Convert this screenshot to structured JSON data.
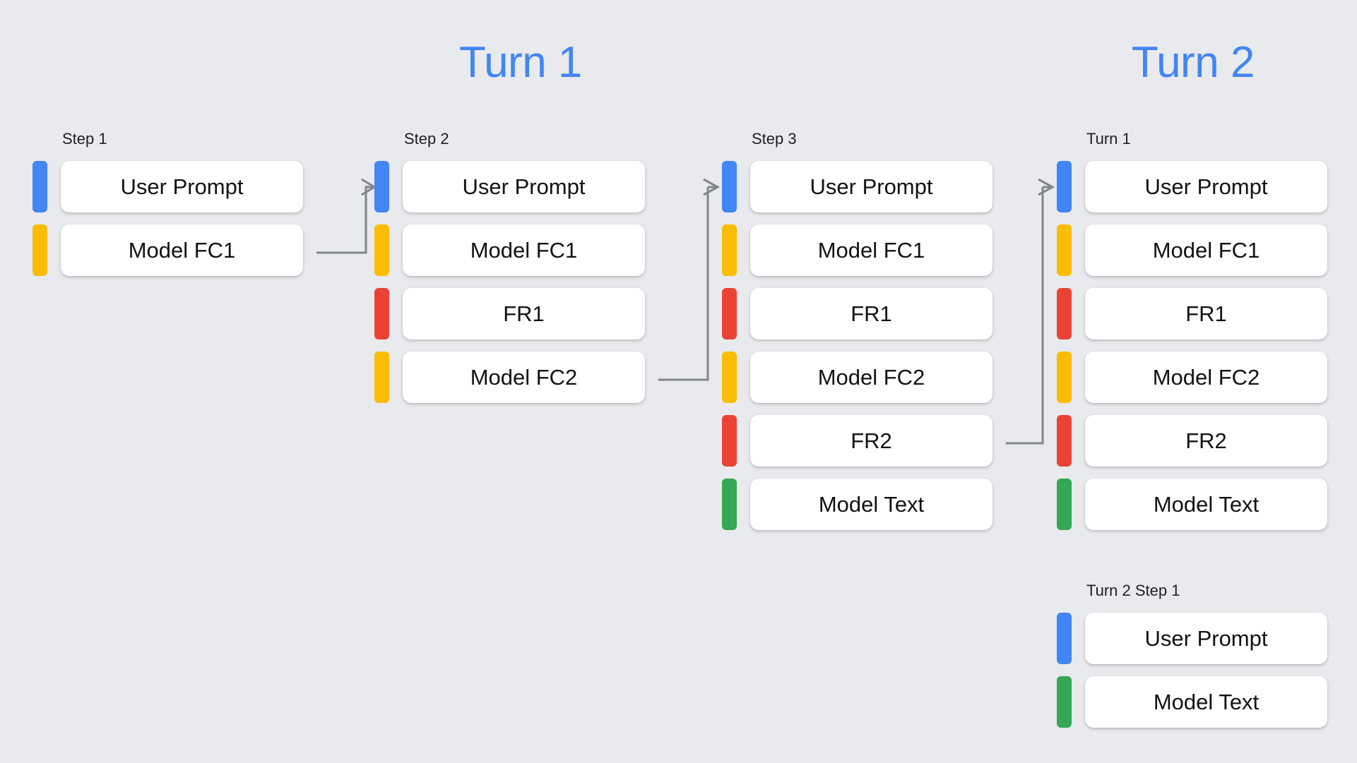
{
  "page": {
    "background_color": "#e8eaed",
    "palette": {
      "blue": "#4285f4",
      "yellow": "#fbbc04",
      "red": "#ea4335",
      "green": "#34a853",
      "connector": "#80868b",
      "card": "#ffffff",
      "text": "#202124"
    }
  },
  "headings": {
    "turn1": "Turn 1",
    "turn2": "Turn 2"
  },
  "columns": {
    "step1": {
      "label": "Step 1",
      "rows": [
        {
          "color": "blue",
          "text": "User Prompt"
        },
        {
          "color": "yellow",
          "text": "Model FC1"
        }
      ]
    },
    "step2": {
      "label": "Step 2",
      "rows": [
        {
          "color": "blue",
          "text": "User Prompt"
        },
        {
          "color": "yellow",
          "text": "Model FC1"
        },
        {
          "color": "red",
          "text": "FR1"
        },
        {
          "color": "yellow",
          "text": "Model FC2"
        }
      ]
    },
    "step3": {
      "label": "Step 3",
      "rows": [
        {
          "color": "blue",
          "text": "User Prompt"
        },
        {
          "color": "yellow",
          "text": "Model FC1"
        },
        {
          "color": "red",
          "text": "FR1"
        },
        {
          "color": "yellow",
          "text": "Model FC2"
        },
        {
          "color": "red",
          "text": "FR2"
        },
        {
          "color": "green",
          "text": "Model Text"
        }
      ]
    },
    "turn1_right": {
      "label": "Turn 1",
      "rows": [
        {
          "color": "blue",
          "text": "User Prompt"
        },
        {
          "color": "yellow",
          "text": "Model FC1"
        },
        {
          "color": "red",
          "text": "FR1"
        },
        {
          "color": "yellow",
          "text": "Model FC2"
        },
        {
          "color": "red",
          "text": "FR2"
        },
        {
          "color": "green",
          "text": "Model Text"
        }
      ]
    },
    "turn2_step1": {
      "label": "Turn 2 Step 1",
      "rows": [
        {
          "color": "blue",
          "text": "User Prompt"
        },
        {
          "color": "green",
          "text": "Model Text"
        }
      ]
    }
  },
  "connectors": [
    {
      "name": "step1-to-step2",
      "from": "step1.Model FC1",
      "to": "step2.User Prompt"
    },
    {
      "name": "step2-to-step3",
      "from": "step2.Model FC2",
      "to": "step3.User Prompt"
    },
    {
      "name": "step3-to-turn1-right",
      "from": "step3.FR2",
      "to": "turn1_right.User Prompt"
    }
  ]
}
